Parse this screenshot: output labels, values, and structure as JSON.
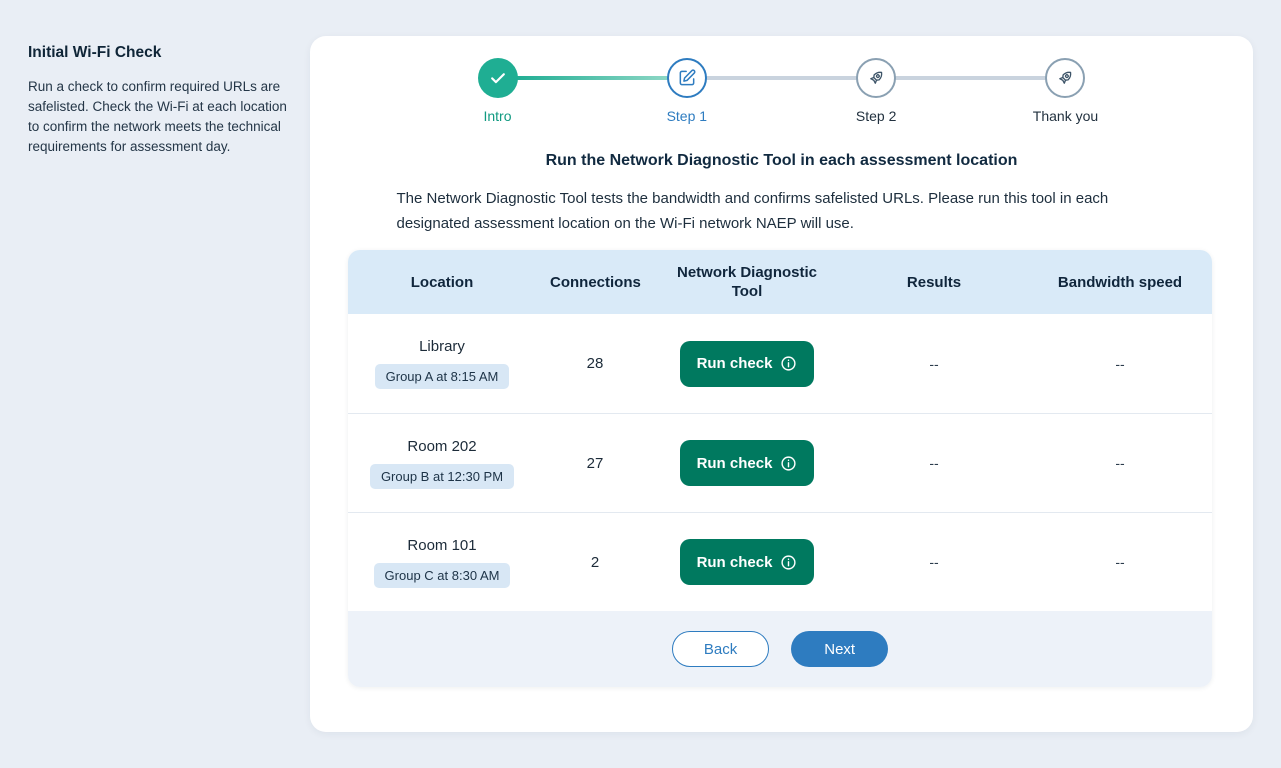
{
  "sidebar": {
    "title": "Initial Wi-Fi Check",
    "description": "Run a check to confirm required URLs are safelisted. Check the Wi-Fi at each location to confirm the network meets the technical requirements for assessment day."
  },
  "stepper": {
    "steps": [
      {
        "label": "Intro",
        "state": "complete",
        "icon": "check-icon"
      },
      {
        "label": "Step 1",
        "state": "active",
        "icon": "edit-icon"
      },
      {
        "label": "Step 2",
        "state": "upcoming",
        "icon": "rocket-icon"
      },
      {
        "label": "Thank you",
        "state": "upcoming",
        "icon": "rocket-icon"
      }
    ]
  },
  "main": {
    "title": "Run the Network Diagnostic Tool in each assessment location",
    "description": "The Network Diagnostic Tool tests the bandwidth and confirms safelisted URLs. Please run this tool in each designated assessment location on the Wi-Fi network NAEP will use."
  },
  "table": {
    "headers": [
      "Location",
      "Connections",
      "Network Diagnostic Tool",
      "Results",
      "Bandwidth speed"
    ],
    "rows": [
      {
        "location": "Library",
        "group": "Group A at 8:15 AM",
        "connections": "28",
        "action": "Run check",
        "results": "--",
        "bandwidth": "--"
      },
      {
        "location": "Room 202",
        "group": "Group B at 12:30 PM",
        "connections": "27",
        "action": "Run check",
        "results": "--",
        "bandwidth": "--"
      },
      {
        "location": "Room 101",
        "group": "Group C at 8:30 AM",
        "connections": "2",
        "action": "Run check",
        "results": "--",
        "bandwidth": "--"
      }
    ]
  },
  "footer": {
    "back_label": "Back",
    "next_label": "Next"
  },
  "colors": {
    "blue": "#2e7cc0",
    "green": "#00795f",
    "step_green": "#1fae93",
    "header_bg": "#d9eaf8",
    "badge_bg": "#d8e7f5",
    "footer_bg": "#edf2f9",
    "track_gray": "#c9d3de",
    "page_bg": "#e9eef5"
  }
}
